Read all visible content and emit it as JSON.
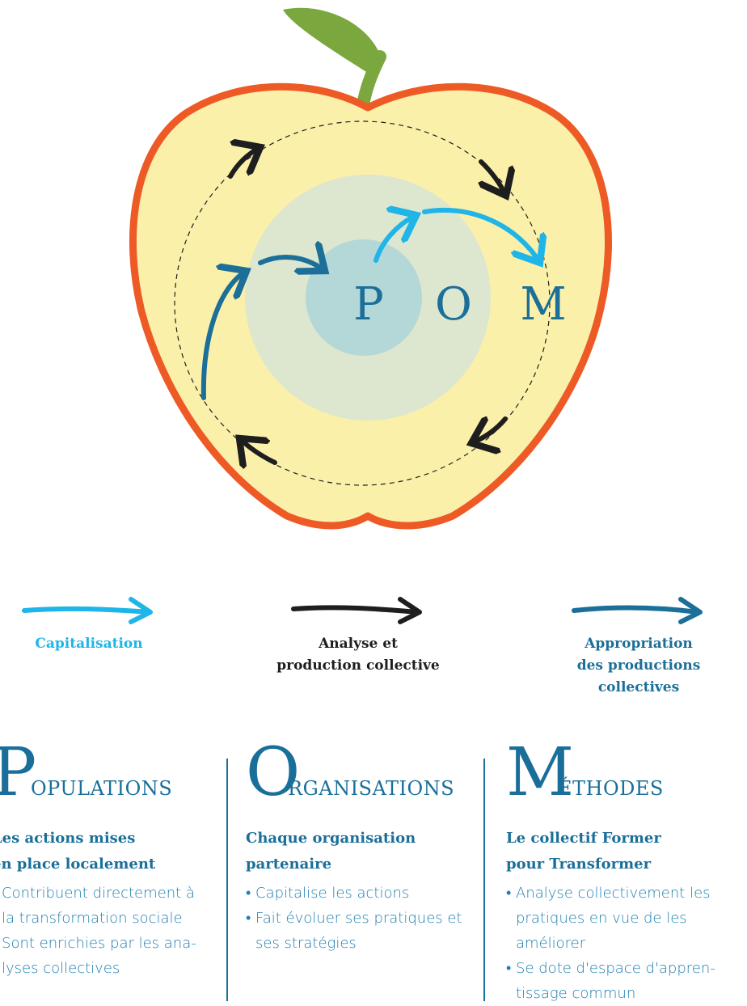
{
  "colors": {
    "apple_outline": "#ee5a26",
    "apple_flesh": "#fbf0aa",
    "outer_circle": "#dde6cf",
    "inner_circle": "#b4d7d7",
    "leaf": "#7aa83e",
    "capitalisation": "#1fb5e9",
    "analyse": "#1e1e1e",
    "appropriation": "#1b6f98",
    "heading_blue": "#1a6f9a"
  },
  "diagram": {
    "letters": [
      "P",
      "O",
      "M"
    ]
  },
  "legend": [
    {
      "label": "Capitalisation",
      "color": "#1fb5e9"
    },
    {
      "label": "Analyse et\nproduction collective",
      "color": "#1e1e1e"
    },
    {
      "label": "Appropriation\ndes productions\ncollectives",
      "color": "#1b6f98"
    }
  ],
  "columns": [
    {
      "initial": "P",
      "rest": "OPULATIONS",
      "subtitle": "Les actions mises\nen place localement",
      "items": [
        "Contribuent directement à la transformation sociale",
        "Sont enrichies par les ana-lyses collectives"
      ]
    },
    {
      "initial": "O",
      "rest": "RGANISATIONS",
      "subtitle": "Chaque organisation\npartenaire",
      "items": [
        "Capitalise les actions",
        "Fait évoluer ses pratiques et ses stratégies"
      ]
    },
    {
      "initial": "M",
      "rest": "ÉTHODES",
      "subtitle": "Le collectif Former\npour Transformer",
      "items": [
        "Analyse collectivement les pratiques en vue de les améliorer",
        "Se dote d'espace d'appren-tissage commun"
      ]
    }
  ]
}
